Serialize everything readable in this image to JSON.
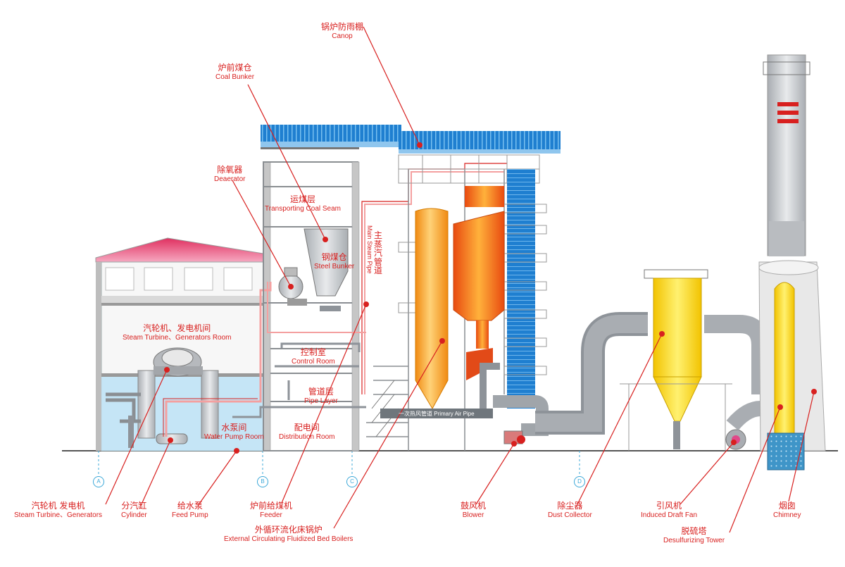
{
  "labels": {
    "canopy": {
      "cn": "锅炉防雨棚",
      "en": "Canop"
    },
    "coal_bunker": {
      "cn": "炉前煤仓",
      "en": "Coal Bunker"
    },
    "deaerator": {
      "cn": "除氧器",
      "en": "Deaerator"
    },
    "transporting_coal_seam": {
      "cn": "运煤层",
      "en": "Transporting Coal Seam"
    },
    "steel_bunker": {
      "cn": "钢煤仓",
      "en": "Steel Bunker"
    },
    "main_steam_pipe": {
      "cn": "主蒸汽管道",
      "en": "Main Steam Pipe"
    },
    "turbine_room": {
      "cn": "汽轮机、发电机间",
      "en": "Steam Turbine、Generators Room"
    },
    "control_room": {
      "cn": "控制室",
      "en": "Control Room"
    },
    "pipe_layer": {
      "cn": "管道层",
      "en": "Pipe Layer"
    },
    "water_pump_room": {
      "cn": "水泵间",
      "en": "Water Pump Room"
    },
    "distribution_room": {
      "cn": "配电间",
      "en": "Distribution Room"
    },
    "primary_air_pipe": {
      "cn": "一次热风管道",
      "en": "Primary Air Pipe"
    },
    "turbine_generators": {
      "cn": "汽轮机 发电机",
      "en": "Steam Turbine、Generators"
    },
    "cylinder": {
      "cn": "分汽缸",
      "en": "Cylinder"
    },
    "feed_pump": {
      "cn": "给水泵",
      "en": "Feed Pump"
    },
    "feeder": {
      "cn": "炉前给煤机",
      "en": "Feeder"
    },
    "cfb_boilers": {
      "cn": "外循环流化床锅炉",
      "en": "External Circulating Fluidized Bed Boilers"
    },
    "blower": {
      "cn": "鼓风机",
      "en": "Blower"
    },
    "dust_collector": {
      "cn": "除尘器",
      "en": "Dust Collector"
    },
    "induced_draft_fan": {
      "cn": "引风机",
      "en": "Induced Draft Fan"
    },
    "chimney": {
      "cn": "烟囱",
      "en": "Chimney"
    },
    "desulfurizing_tower": {
      "cn": "脱硫塔",
      "en": "Desulfurizing Tower"
    }
  },
  "axes": [
    "A",
    "B",
    "C",
    "D"
  ],
  "colors": {
    "label_red": "#d8201f",
    "roof_blue": "#1f7fd0",
    "water_blue": "#bfe2f5",
    "boiler_orange": "#f5a623",
    "furnace_orange": "#f26a1b",
    "dust_yellow": "#f7d40a",
    "duct_grey": "#8e9399"
  }
}
